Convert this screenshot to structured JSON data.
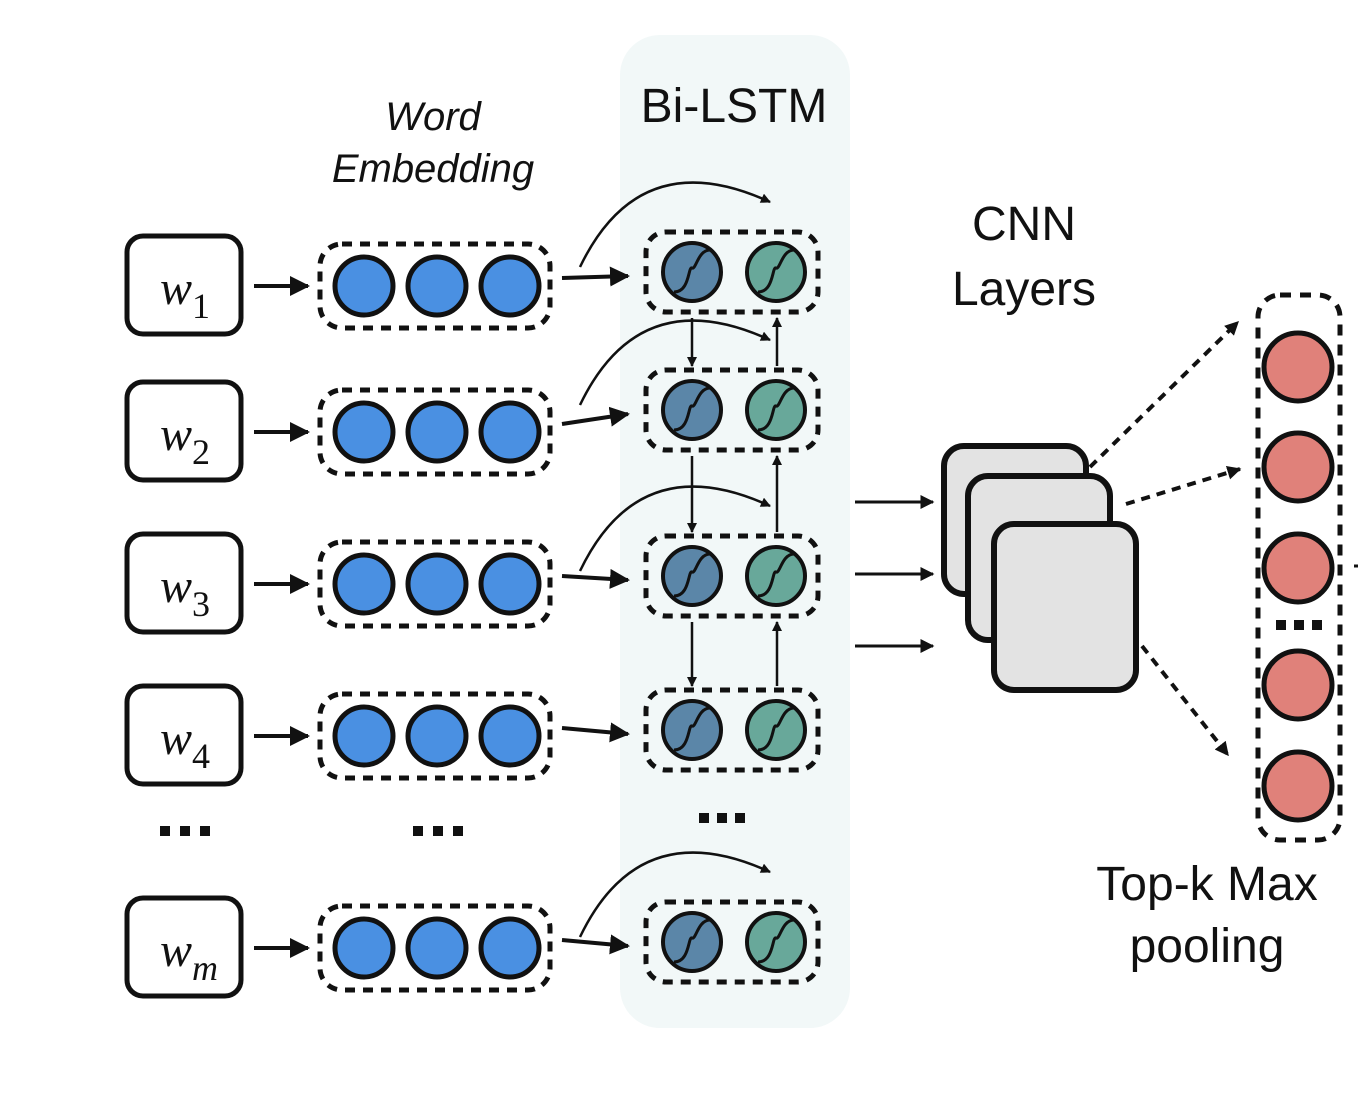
{
  "title": "Word Embedding + Bi-LSTM + CNN + Top-k Max pooling architecture",
  "labels": {
    "word_embedding_line1": "Word",
    "word_embedding_line2": "Embedding",
    "bilstm": "Bi-LSTM",
    "cnn_line1": "CNN",
    "cnn_line2": "Layers",
    "pooling_line1": "Top-k Max",
    "pooling_line2": "pooling"
  },
  "words": [
    {
      "base": "w",
      "sub": "1"
    },
    {
      "base": "w",
      "sub": "2"
    },
    {
      "base": "w",
      "sub": "3"
    },
    {
      "base": "w",
      "sub": "4"
    },
    {
      "base": "w",
      "sub": "m"
    }
  ],
  "ellipsis": "...",
  "embedding_units_per_word": 3,
  "lstm_units_per_step": 2,
  "cnn_feature_maps": 3,
  "pooling_units_visible": 5,
  "colors": {
    "embedding_node": "#4a90e2",
    "lstm_forward": "#5b86a8",
    "lstm_backward": "#68a89a",
    "pooling_node": "#e0817a",
    "cnn_map": "#e3e3e3",
    "bilstm_panel": "#f2f8f8",
    "stroke": "#111111"
  }
}
